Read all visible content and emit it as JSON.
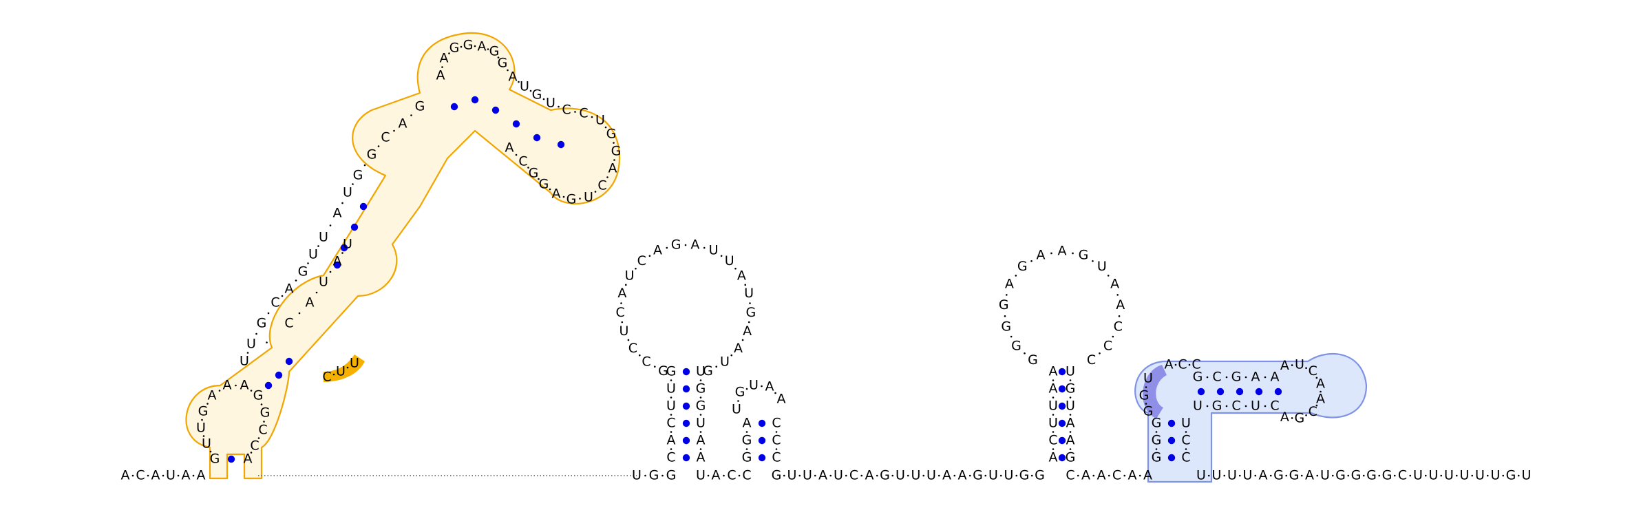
{
  "colors": {
    "pair_dot": "#0000e6",
    "orange_outline": "#f0a500",
    "orange_fill": "#fff6df",
    "orange_strong": "#f5b000",
    "blue_outline": "#7f92e6",
    "blue_fill": "#dde7fb",
    "blue_strong": "#8f8fe8"
  },
  "sequence": {
    "left_start": "A C A U A A",
    "right_tail": "U U U U A G G A U G G G G C U U U U U U G U"
  },
  "orange_domain": {
    "hairpin_small": [
      "G",
      "U",
      "U",
      "G",
      "A",
      "A",
      "A",
      "G",
      "G",
      "C",
      "C",
      "A"
    ],
    "upper_hairpin_loop": [
      "A",
      "A",
      "G",
      "G",
      "A",
      "G",
      "G",
      "A",
      "U",
      "G",
      "U",
      "C",
      "C",
      "U",
      "G",
      "G",
      "A",
      "C",
      "U",
      "G",
      "A",
      "G",
      "G",
      "C",
      "A"
    ],
    "highlight_residues": [
      "C",
      "U",
      "U"
    ]
  },
  "hairpin_middle": {
    "stem_5p": [
      "C",
      "A",
      "C",
      "U",
      "U",
      "G"
    ],
    "stem_3p": [
      "U",
      "G",
      "G",
      "U",
      "A",
      "A"
    ],
    "loop": [
      "G",
      "C",
      "C",
      "U",
      "C",
      "A",
      "U",
      "C",
      "A",
      "G",
      "A",
      "U",
      "U",
      "A",
      "U",
      "G",
      "A",
      "A",
      "U",
      "G"
    ]
  },
  "hairpin_small_mid": {
    "stem_5p": [
      "G",
      "G",
      "A"
    ],
    "stem_3p": [
      "C",
      "C",
      "C"
    ],
    "loop": [
      "U",
      "G",
      "U",
      "A",
      "A"
    ]
  },
  "hairpin_right": {
    "stem_5p": [
      "A",
      "C",
      "U",
      "U",
      "A",
      "A"
    ],
    "stem_3p": [
      "U",
      "G",
      "U",
      "A",
      "A",
      "G"
    ],
    "loop": [
      "G",
      "G",
      "G",
      "G",
      "A",
      "G",
      "A",
      "A",
      "G",
      "U",
      "A",
      "A",
      "C",
      "C",
      "C"
    ]
  },
  "blue_domain": {
    "stem_down": [
      "G",
      "G",
      "G"
    ],
    "stem_up": [
      "C",
      "C",
      "U"
    ],
    "arm_top": [
      "G",
      "C",
      "G",
      "A",
      "A"
    ],
    "arm_bottom": [
      "U",
      "G",
      "C",
      "U",
      "C"
    ],
    "loop": [
      "A",
      "U",
      "C",
      "A",
      "A",
      "C",
      "G",
      "A"
    ],
    "highlight_residues": [
      "U",
      "G",
      "G"
    ]
  }
}
